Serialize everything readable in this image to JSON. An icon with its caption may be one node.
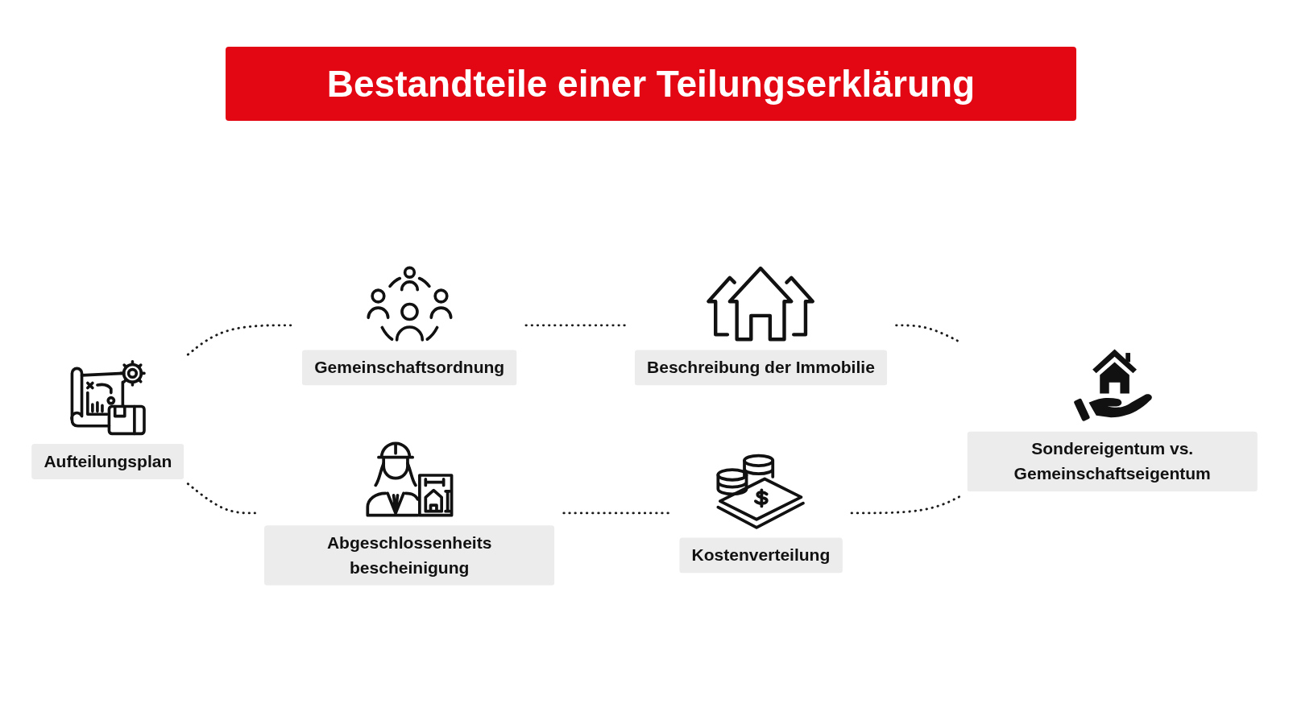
{
  "diagram": {
    "title": "Bestandteile einer Teilungserklärung",
    "nodes": [
      {
        "text": [
          "Aufteilungsplan"
        ]
      },
      {
        "text": [
          "Gemeinschaftsordnung"
        ]
      },
      {
        "text": [
          "Beschreibung der Immobilie"
        ]
      },
      {
        "text": [
          "Sondereigentum vs. Gemeinschaftseigentum"
        ]
      },
      {
        "text": [
          "Kostenverteilung"
        ]
      },
      {
        "text": [
          "Abgeschlossenheits bescheinigung"
        ]
      }
    ],
    "edges": [
      {
        "from": 0,
        "to": 1,
        "arrow": "none",
        "style": "dashed"
      },
      {
        "from": 1,
        "to": 2,
        "arrow": "none",
        "style": "dashed"
      },
      {
        "from": 2,
        "to": 3,
        "arrow": "none",
        "style": "dashed"
      },
      {
        "from": 4,
        "to": 3,
        "arrow": "none",
        "style": "dashed"
      },
      {
        "from": 5,
        "to": 4,
        "arrow": "none",
        "style": "dashed"
      },
      {
        "from": 0,
        "to": 5,
        "arrow": "none",
        "style": "dashed"
      }
    ]
  }
}
